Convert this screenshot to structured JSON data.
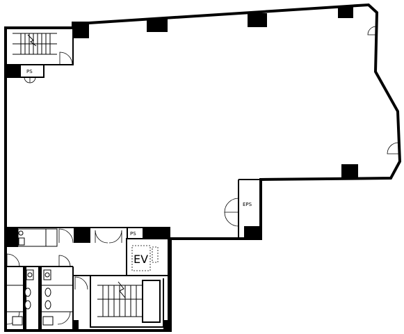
{
  "labels": {
    "ps_top": "PS",
    "ps_bottom": "PS",
    "eps": "EPS",
    "ev": "EV"
  }
}
